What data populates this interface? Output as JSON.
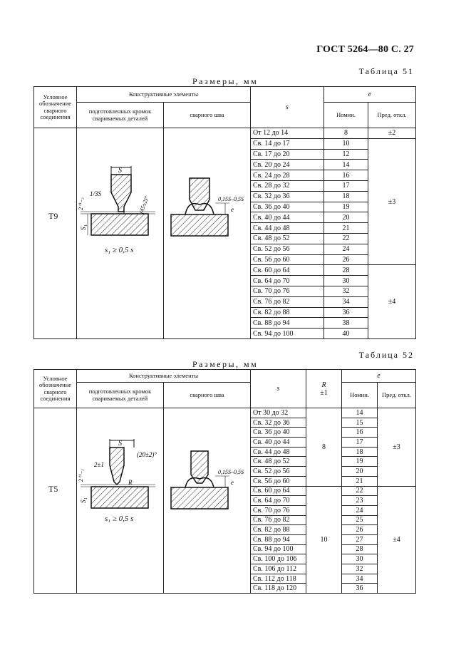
{
  "page_header": "ГОСТ 5264—80 С. 27",
  "table51": {
    "title": "Таблица 51",
    "dims": "Размеры, мм",
    "headers": {
      "designation": "Условное обозначение сварного соединения",
      "elements": "Конструктивные элементы",
      "prepared": "подготовленных кромок свариваемых деталей",
      "weld": "сварного шва",
      "s": "s",
      "e": "e",
      "nom": "Номин.",
      "tol": "Пред. откл."
    },
    "joint": "T9",
    "condition": "s₁ ≥ 0,5 s",
    "drawing_labels": {
      "s": "S",
      "edge": "1/3S",
      "gap": "2⁺¹₋₂",
      "s1": "S₁",
      "angle": "(45±2)°",
      "reinf": "0,15S–0,5S",
      "e": "e"
    },
    "rows": [
      {
        "s": "От 12 до 14",
        "nom": "8"
      },
      {
        "s": "Св. 14 до 17",
        "nom": "10"
      },
      {
        "s": "Св. 17 до 20",
        "nom": "12"
      },
      {
        "s": "Св. 20 до 24",
        "nom": "14"
      },
      {
        "s": "Св. 24 до 28",
        "nom": "16"
      },
      {
        "s": "Св. 28 до 32",
        "nom": "17"
      },
      {
        "s": "Св. 32 до 36",
        "nom": "18"
      },
      {
        "s": "Св. 36 до 40",
        "nom": "19"
      },
      {
        "s": "Св. 40 до 44",
        "nom": "20"
      },
      {
        "s": "Св. 44 до 48",
        "nom": "21"
      },
      {
        "s": "Св. 48 до 52",
        "nom": "22"
      },
      {
        "s": "Св. 52 до 56",
        "nom": "24"
      },
      {
        "s": "Св. 56 до 60",
        "nom": "26"
      },
      {
        "s": "Св. 60 до 64",
        "nom": "28"
      },
      {
        "s": "Св. 64 до 70",
        "nom": "30"
      },
      {
        "s": "Св. 70 до 76",
        "nom": "32"
      },
      {
        "s": "Св. 76 до 82",
        "nom": "34"
      },
      {
        "s": "Св. 82 до 88",
        "nom": "36"
      },
      {
        "s": "Св. 88 до 94",
        "nom": "38"
      },
      {
        "s": "Св. 94 до 100",
        "nom": "40"
      }
    ],
    "tol": [
      "±2",
      "±3",
      "±4"
    ]
  },
  "table52": {
    "title": "Таблица 52",
    "dims": "Размеры, мм",
    "headers": {
      "designation": "Условное обозначение сварного соединения",
      "elements": "Конструктивные элементы",
      "prepared": "подготовленных кромок свариваемых деталей",
      "weld": "сварного шва",
      "s": "s",
      "r": "R",
      "r_tol": "±1",
      "e": "e",
      "nom": "Номин.",
      "tol": "Пред. откл."
    },
    "joint": "T5",
    "condition": "s₁ ≥ 0,5 s",
    "drawing_labels": {
      "s": "S",
      "gap": "2±1",
      "gap2": "2⁺¹₋₂",
      "s1": "S₁",
      "angle": "(20±2)°",
      "r": "R",
      "reinf": "0,15S–0,5S",
      "e": "e"
    },
    "rows": [
      {
        "s": "От 30 до 32",
        "nom": "14"
      },
      {
        "s": "Св. 32 до 36",
        "nom": "15"
      },
      {
        "s": "Св. 36 до 40",
        "nom": "16"
      },
      {
        "s": "Св. 40 до 44",
        "nom": "17"
      },
      {
        "s": "Св. 44 до 48",
        "nom": "18"
      },
      {
        "s": "Св. 48 до 52",
        "nom": "19"
      },
      {
        "s": "Св. 52 до 56",
        "nom": "20"
      },
      {
        "s": "Св. 56 до 60",
        "nom": "21"
      },
      {
        "s": "Св. 60 до 64",
        "nom": "22"
      },
      {
        "s": "Св. 64 до 70",
        "nom": "23"
      },
      {
        "s": "Св. 70 до 76",
        "nom": "24"
      },
      {
        "s": "Св. 76 до 82",
        "nom": "25"
      },
      {
        "s": "Св. 82 до 88",
        "nom": "26"
      },
      {
        "s": "Св. 88 до 94",
        "nom": "27"
      },
      {
        "s": "Св. 94 до 100",
        "nom": "28"
      },
      {
        "s": "Св. 100 до 106",
        "nom": "30"
      },
      {
        "s": "Св. 106 до 112",
        "nom": "32"
      },
      {
        "s": "Св. 112 до 118",
        "nom": "34"
      },
      {
        "s": "Св. 118 до 120",
        "nom": "36"
      }
    ],
    "r_values": [
      "8",
      "10"
    ],
    "tol": [
      "±3",
      "±4"
    ]
  }
}
